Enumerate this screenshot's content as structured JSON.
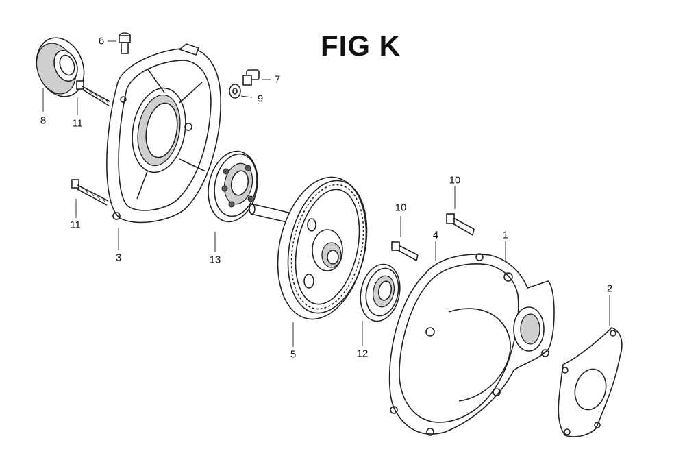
{
  "figure": {
    "title": "FIG K",
    "callouts": [
      {
        "id": "c8",
        "label": "8"
      },
      {
        "id": "c11a",
        "label": "11"
      },
      {
        "id": "c6",
        "label": "6"
      },
      {
        "id": "c7",
        "label": "7"
      },
      {
        "id": "c9",
        "label": "9"
      },
      {
        "id": "c11b",
        "label": "11"
      },
      {
        "id": "c3",
        "label": "3"
      },
      {
        "id": "c13",
        "label": "13"
      },
      {
        "id": "c5",
        "label": "5"
      },
      {
        "id": "c12",
        "label": "12"
      },
      {
        "id": "c10a",
        "label": "10"
      },
      {
        "id": "c10b",
        "label": "10"
      },
      {
        "id": "c4",
        "label": "4"
      },
      {
        "id": "c1",
        "label": "1"
      },
      {
        "id": "c2",
        "label": "2"
      }
    ]
  }
}
